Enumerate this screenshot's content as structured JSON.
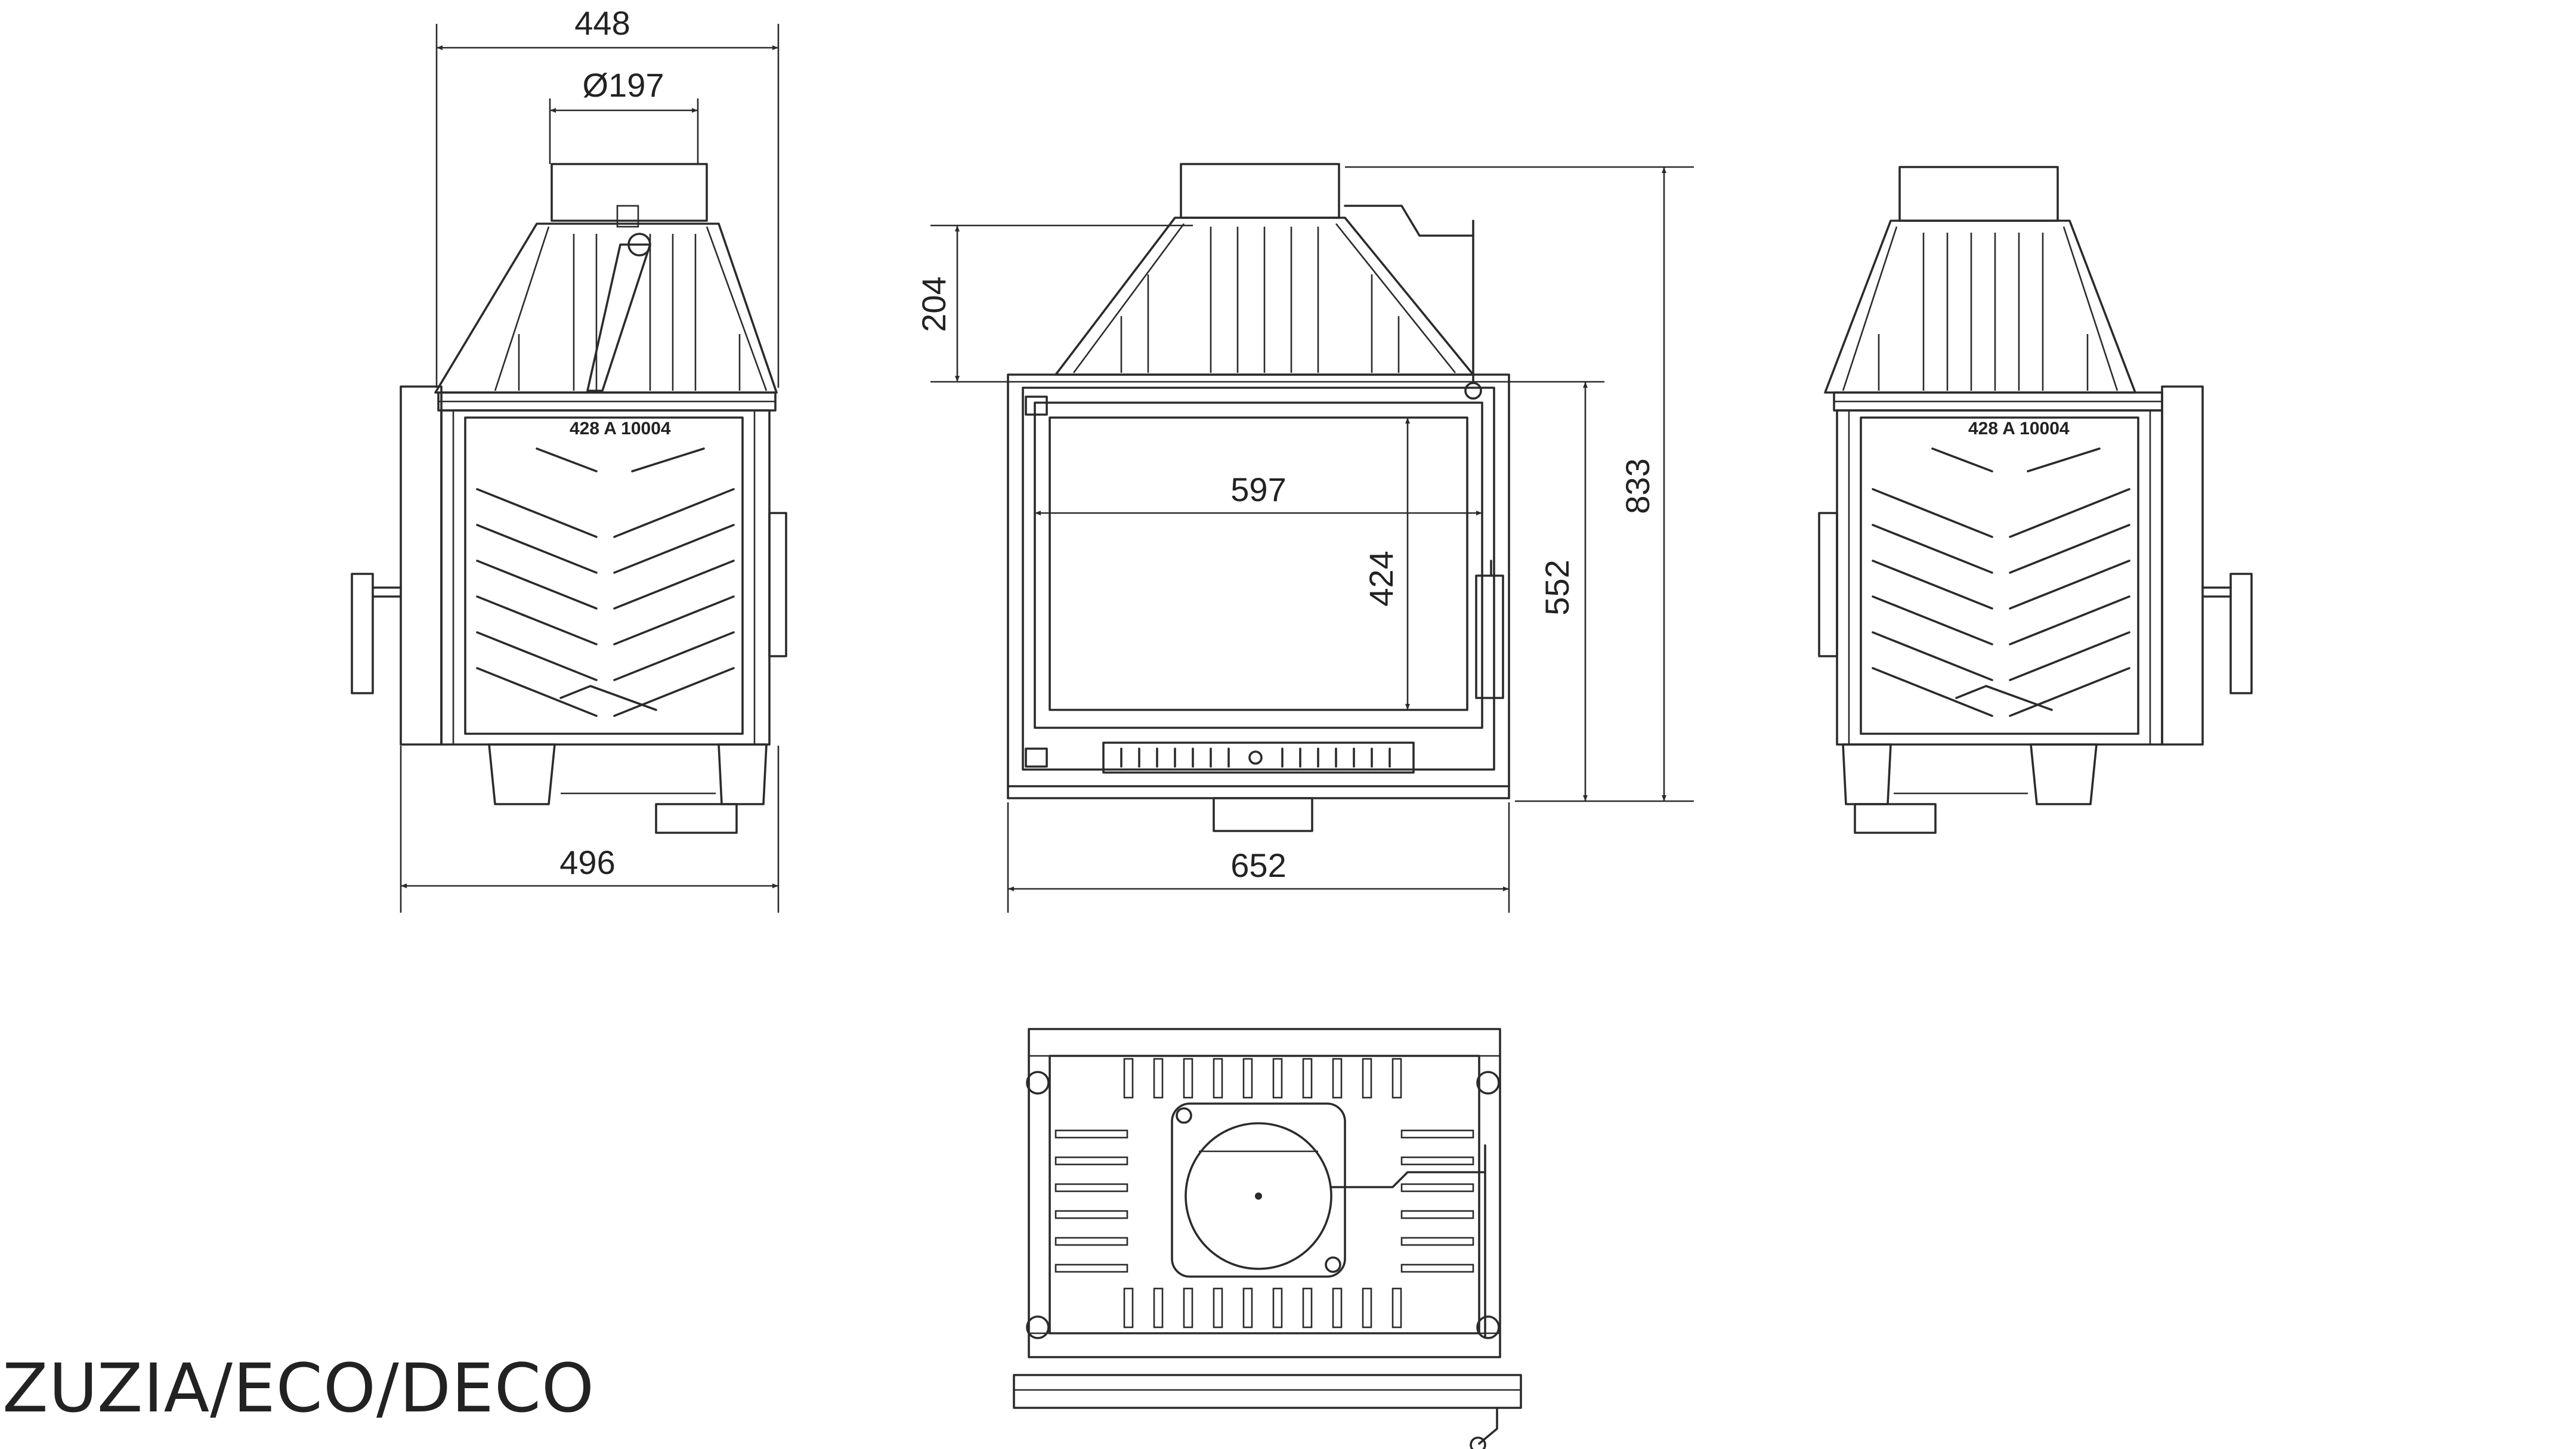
{
  "model": "ZUZIA/ECO/DECO",
  "side_view_left": {
    "dim_width_top": "448",
    "dim_flue_diameter": "Ø197",
    "dim_width_bottom": "496",
    "plate_marking": "428 A 10004"
  },
  "front_view": {
    "dim_top_section_height": "204",
    "dim_glass_width": "597",
    "dim_glass_height": "424",
    "dim_door_height": "552",
    "dim_total_height": "833",
    "dim_total_width": "652"
  },
  "side_view_right": {
    "plate_marking": "428 A 10004"
  },
  "colors": {
    "line": "#2b2b2b",
    "background": "#ffffff"
  }
}
